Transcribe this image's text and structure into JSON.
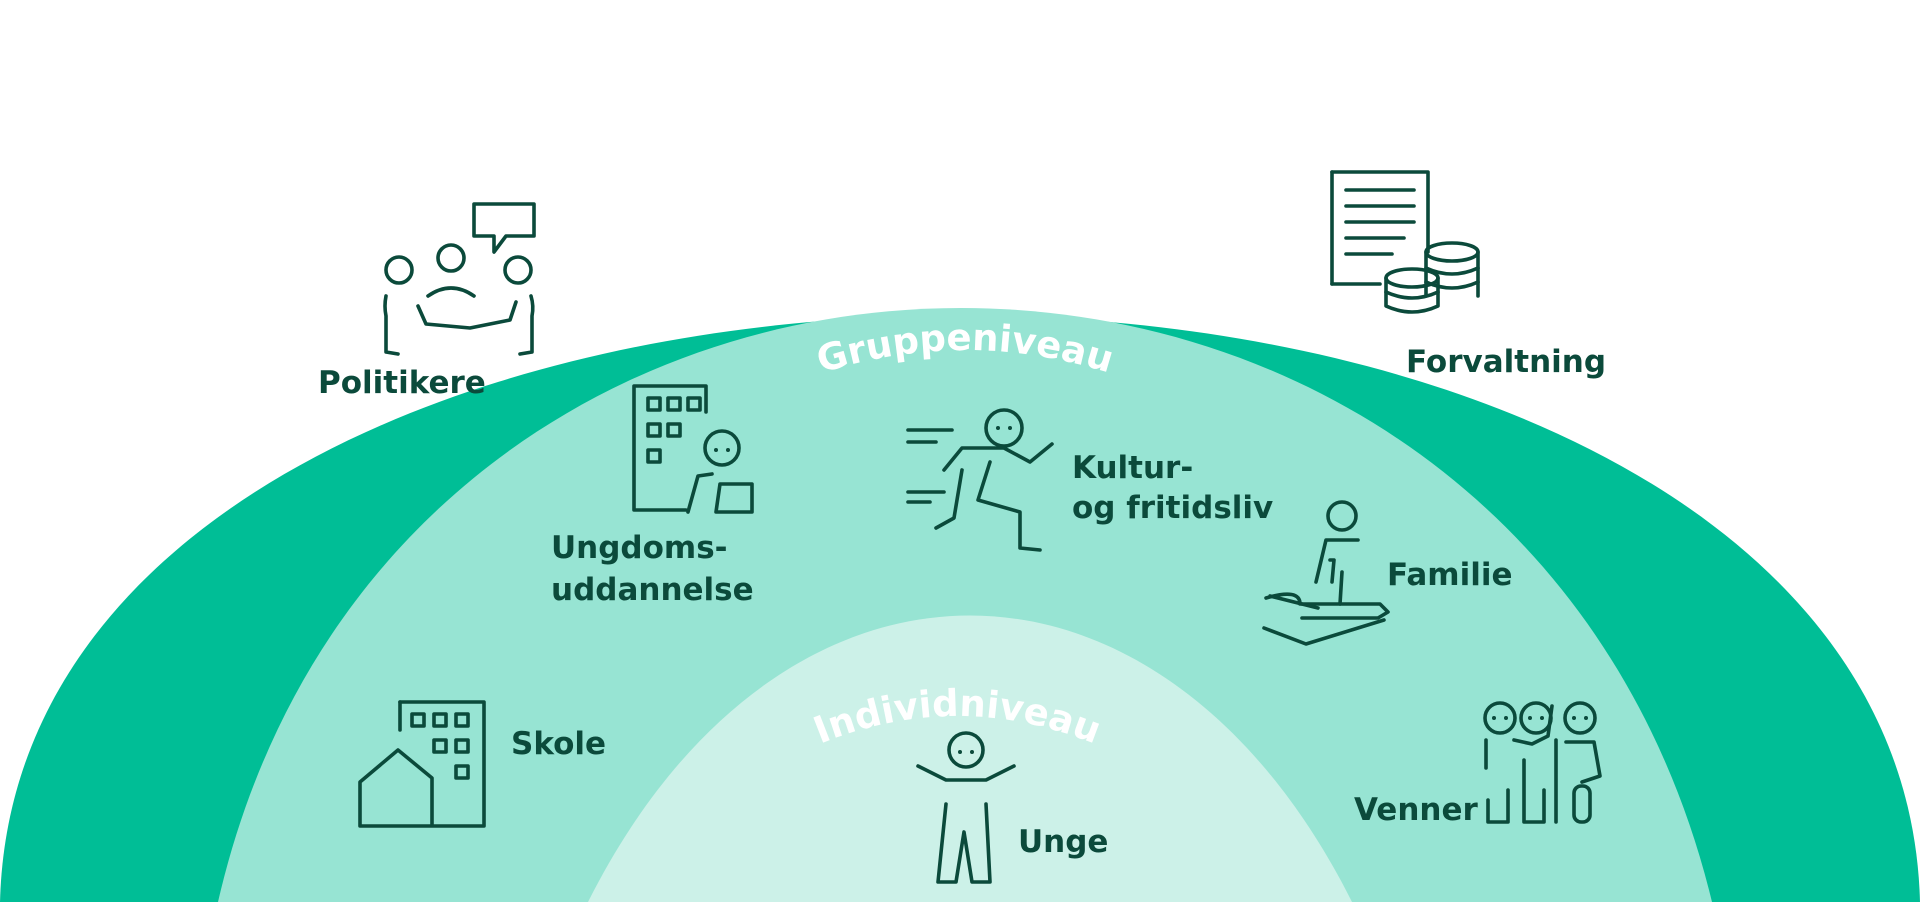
{
  "colors": {
    "outer_ring": "#00be96",
    "middle_ring": "#97e4d3",
    "inner_ring": "#ccf1e8",
    "icon_stroke": "#0b4a3b",
    "level_title": "#ffffff"
  },
  "levels": {
    "society": {
      "title": "Samfundsniveau",
      "items": {
        "politicians": {
          "label": "Politikere",
          "icon": "meeting-speech-bubble-icon"
        },
        "administration": {
          "label": "Forvaltning",
          "icon": "document-coins-icon"
        }
      }
    },
    "group": {
      "title": "Gruppeniveau",
      "items": {
        "youth_education": {
          "label_line1": "Ungdoms-",
          "label_line2": "uddannelse",
          "icon": "building-person-laptop-icon"
        },
        "culture_leisure": {
          "label_line1": "Kultur-",
          "label_line2": "og fritidsliv",
          "icon": "running-person-icon"
        },
        "family": {
          "label": "Familie",
          "icon": "hand-holding-person-icon"
        },
        "school": {
          "label": "Skole",
          "icon": "school-building-icon"
        },
        "friends": {
          "label": "Venner",
          "icon": "group-of-friends-icon"
        }
      }
    },
    "individual": {
      "title": "Individniveau",
      "items": {
        "youth": {
          "label": "Unge",
          "icon": "young-person-icon"
        }
      }
    }
  }
}
